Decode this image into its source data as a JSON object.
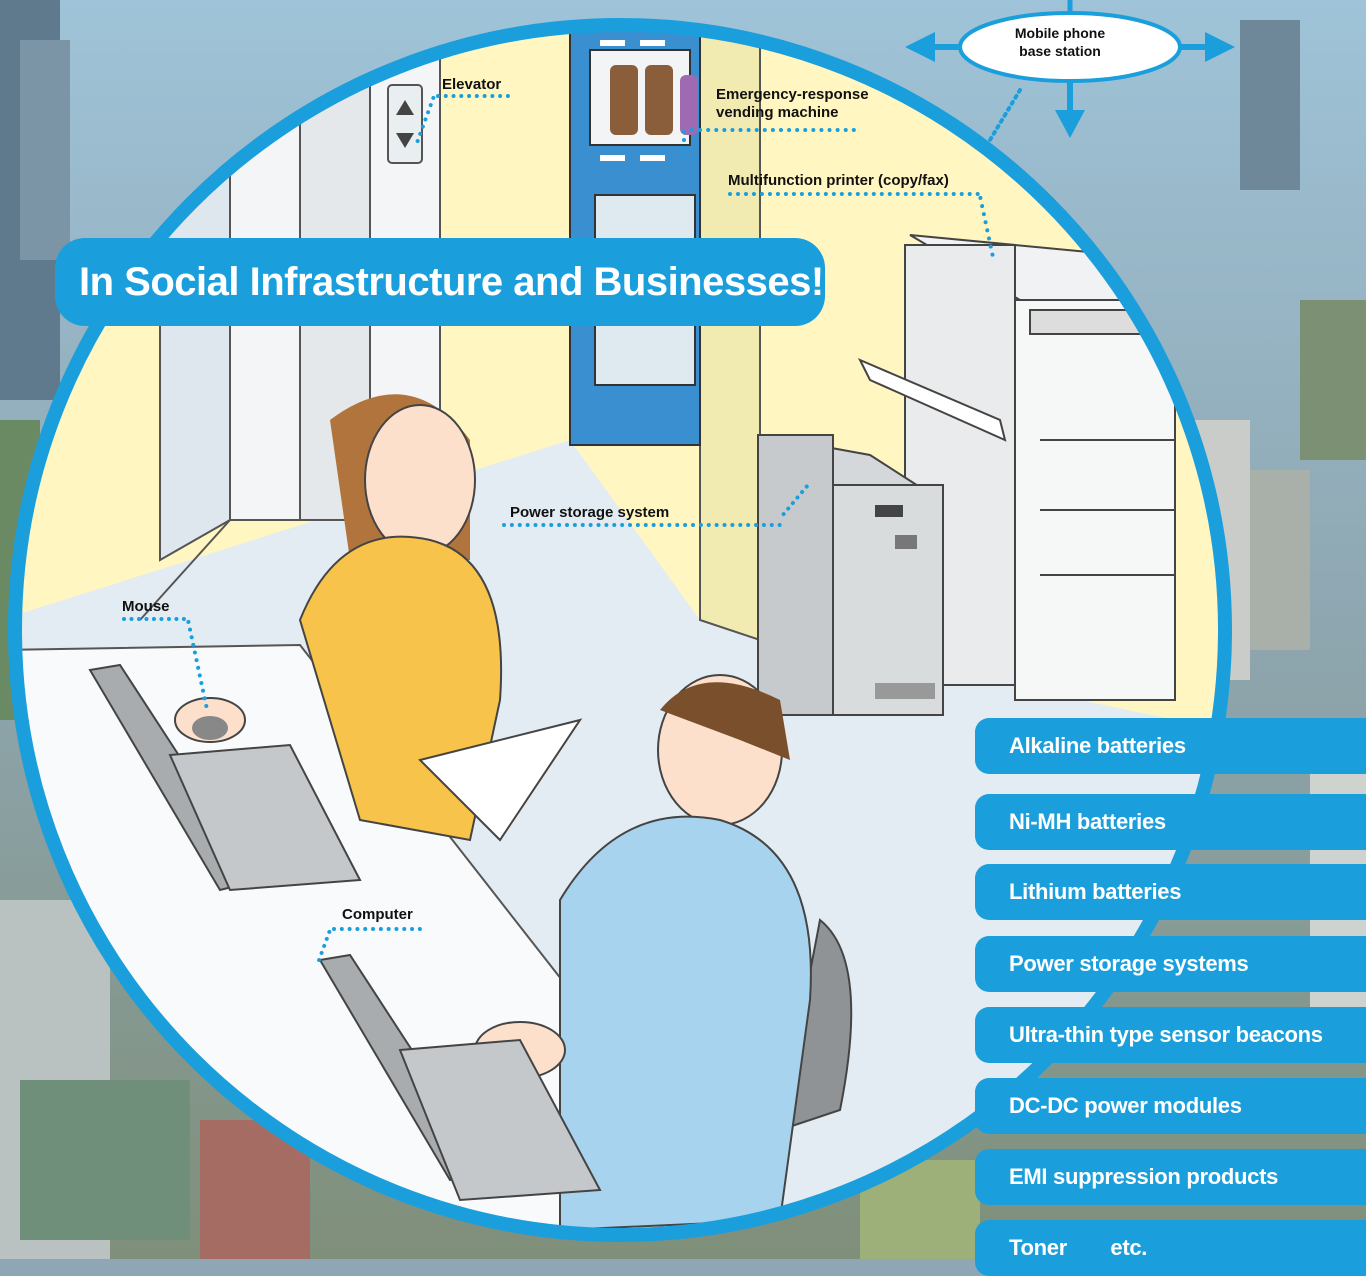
{
  "title": "In Social Infrastructure and Businesses!",
  "labels": {
    "mobile_base_station": [
      "Mobile phone",
      "base station"
    ],
    "elevator": "Elevator",
    "vending_machine": [
      "Emergency-response",
      "vending machine"
    ],
    "printer": "Multifunction printer (copy/fax)",
    "power_storage": "Power storage system",
    "mouse": "Mouse",
    "computer": "Computer"
  },
  "products": [
    "Alkaline batteries",
    "Ni-MH batteries",
    "Lithium batteries",
    "Power storage systems",
    "Ultra-thin type sensor beacons",
    "DC-DC power modules",
    "EMI suppression products",
    "Toner  etc."
  ],
  "colors": {
    "accent": "#1a9fdc",
    "wall": "#fff6c2",
    "floor": "#e3ecf2"
  }
}
